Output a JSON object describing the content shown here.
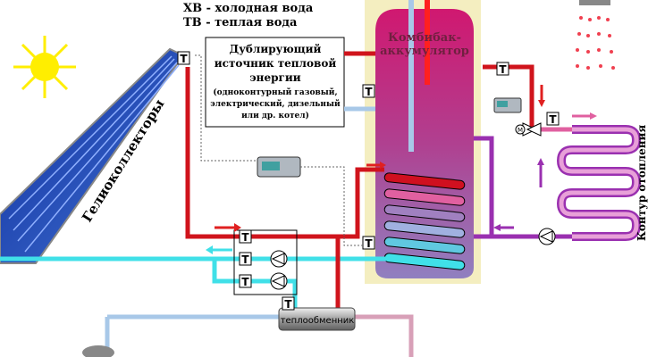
{
  "legend": {
    "cold": "ХВ - холодная вода",
    "warm": "ТВ - теплая вода"
  },
  "backup_source": {
    "line1": "Дублирующий",
    "line2": "источник тепловой",
    "line3": "энергии",
    "line4": "(одноконтурный газовый,",
    "line5": "электрический, дизельный",
    "line6": "или др. котел)"
  },
  "tank": {
    "line1": "Комбибак-",
    "line2": "аккумулятор"
  },
  "collectors_label": "Гелиоколлекторы",
  "heating_label": "Контур отопления",
  "heat_exchanger_label": "теплообменник",
  "sensor_label": "T",
  "valve_label": "M",
  "colors": {
    "hot": "#d0141c",
    "cold": "#a8c8e8",
    "cyan": "#40e0e8",
    "purple": "#9a30b0",
    "tank": "#d0307a",
    "pink": "#e060a0"
  }
}
